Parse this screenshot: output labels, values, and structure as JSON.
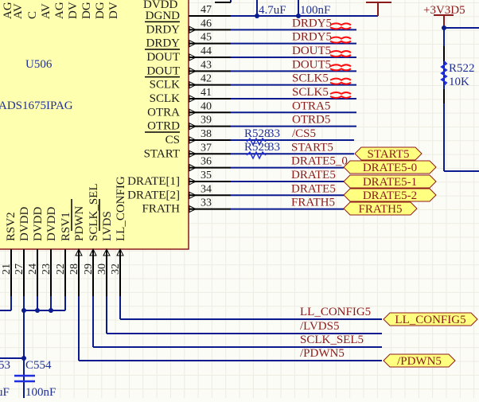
{
  "colors": {
    "wire": "#0a1a8f",
    "pin": "#000000",
    "body": "#ffffb0",
    "body_border": "#8b1a1a",
    "net_label": "#8b1a1a",
    "port_fill": "#ffff80",
    "designator": "#1f2f9a"
  },
  "component": {
    "designator": "U506",
    "part": "ADS1675IPAG",
    "top_pins": [
      "AG",
      "AV",
      "C",
      "AV",
      "AG",
      "DV",
      "DG",
      "DG",
      "DV"
    ],
    "right_pins": [
      {
        "num": "47",
        "name": "DGND",
        "net": ""
      },
      {
        "num": "46",
        "name": "DRDY",
        "net": "DRDY5",
        "overline": true
      },
      {
        "num": "45",
        "name": "DRDY",
        "net": "DRDY5"
      },
      {
        "num": "44",
        "name": "DOUT",
        "net": "DOUT5",
        "overline": true
      },
      {
        "num": "43",
        "name": "DOUT",
        "net": "DOUT5"
      },
      {
        "num": "42",
        "name": "SCLK",
        "net": "SCLK5",
        "overline": true
      },
      {
        "num": "41",
        "name": "SCLK",
        "net": "SCLK5"
      },
      {
        "num": "40",
        "name": "OTRA",
        "net": "OTRA5"
      },
      {
        "num": "39",
        "name": "OTRD",
        "net": "OTRD5"
      },
      {
        "num": "38",
        "name": "CS",
        "net": "/CS5",
        "overline": true
      },
      {
        "num": "37",
        "name": "START",
        "net": "START5"
      },
      {
        "num": "36",
        "name": "",
        "net": "DRATE5_0"
      },
      {
        "num": "35",
        "name": "DRATE[1]",
        "net": "DRATE5"
      },
      {
        "num": "34",
        "name": "DRATE[2]",
        "net": "DRATE5"
      },
      {
        "num": "33",
        "name": "FRATH",
        "net": "FRATH5"
      }
    ],
    "top_right_pin_name": "DVDD",
    "bottom_pins": [
      {
        "num": "21",
        "name": ""
      },
      {
        "num": "27",
        "name": "RSV2"
      },
      {
        "num": "24",
        "name": "DVDD"
      },
      {
        "num": "23",
        "name": "DVDD"
      },
      {
        "num": "22",
        "name": "DVDD"
      },
      {
        "num": "28",
        "name": "RSV1"
      },
      {
        "num": "29",
        "name": "PDWN"
      },
      {
        "num": "30",
        "name": "SCLK_SEL"
      },
      {
        "num": "32",
        "name": "LVDS"
      },
      {
        "num": "",
        "name": "LL_CONFIG"
      }
    ]
  },
  "caps": {
    "c1_value": "4.7uF",
    "c2_value": "100nF",
    "c554": "C554",
    "c554_value": "100nF",
    "c553_partial": "53",
    "c553_value_partial": "uF"
  },
  "power": {
    "label": "+3V3D5"
  },
  "resistors": {
    "r522": "R522",
    "r522_value": "10K",
    "r528": "R528",
    "r528_value": "33",
    "r529": "R529",
    "r529_value": "33"
  },
  "ports": [
    "START5",
    "DRATE5-0",
    "DRATE5-1",
    "DRATE5-2",
    "FRATH5",
    "LL_CONFIG5",
    "/PDWN5"
  ],
  "bottom_nets": [
    "LL_CONFIG5",
    "/LVDS5",
    "SCLK_SEL5",
    "/PDWN5"
  ]
}
